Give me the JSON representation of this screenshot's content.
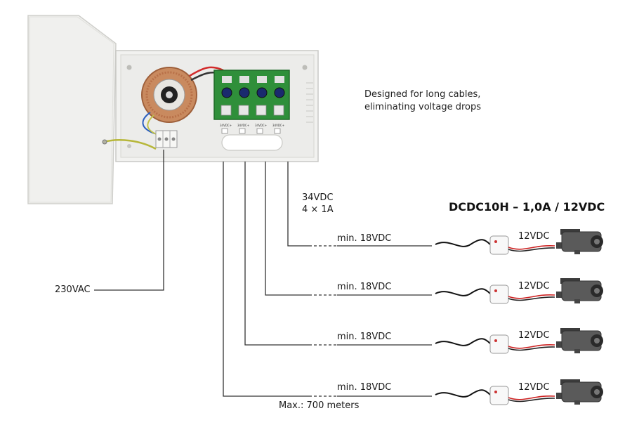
{
  "description": {
    "line1": "Designed for long cables,",
    "line2": "eliminating voltage drops"
  },
  "supply": {
    "output_voltage": "34VDC",
    "output_channels": "4 × 1A",
    "terminal_labels": [
      "34VDC+",
      "34VDC+",
      "34VDC+",
      "34VDC+"
    ]
  },
  "mains_label": "230VAC",
  "converter_title": "DCDC10H – 1,0A / 12VDC",
  "channels": [
    {
      "line_label": "min. 18VDC",
      "output_label": "12VDC"
    },
    {
      "line_label": "min. 18VDC",
      "output_label": "12VDC"
    },
    {
      "line_label": "min. 18VDC",
      "output_label": "12VDC"
    },
    {
      "line_label": "min. 18VDC",
      "output_label": "12VDC"
    }
  ],
  "max_distance_label": "Max.: 700 meters",
  "colors": {
    "wire": "#333333",
    "enclosure": "#eeeeec",
    "pcb": "#2f8f3a",
    "transformer": "#c07a50",
    "camera": "#555555"
  }
}
